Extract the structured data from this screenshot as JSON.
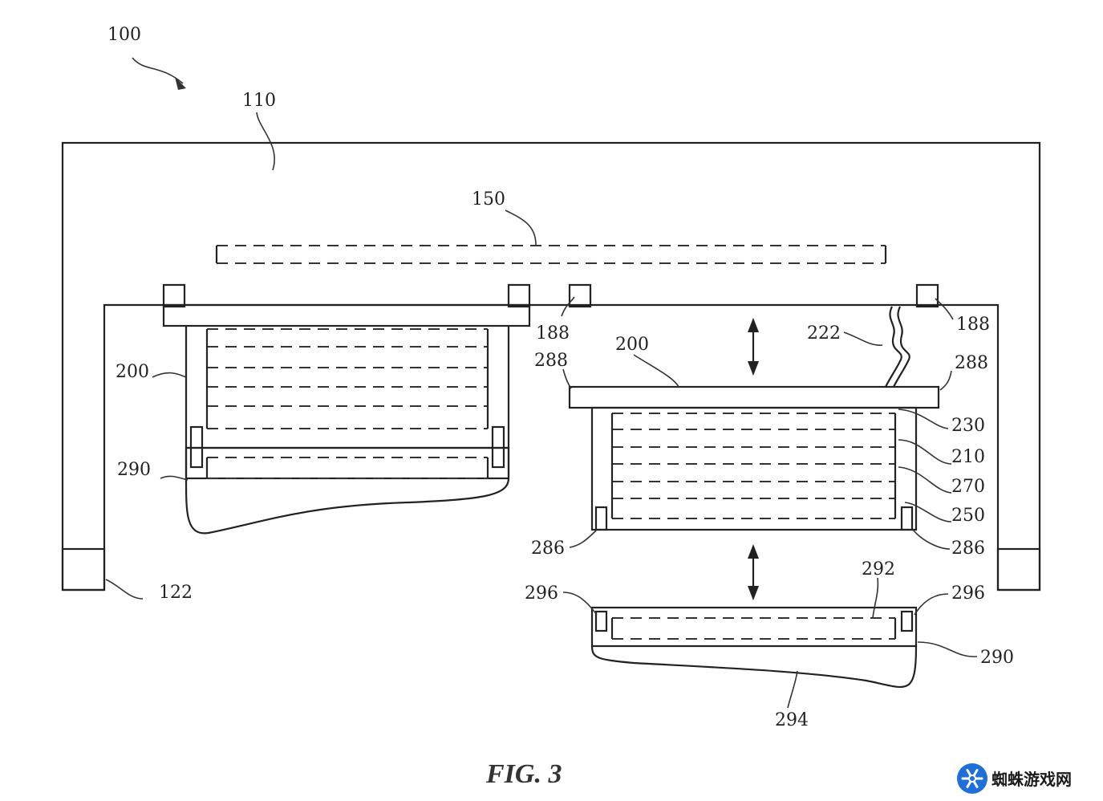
{
  "figure": {
    "caption": "FIG. 3",
    "labels": {
      "l100": "100",
      "l110": "110",
      "l150": "150",
      "l188a": "188",
      "l188b": "188",
      "l200a": "200",
      "l200b": "200",
      "l222": "222",
      "l288a": "288",
      "l288b": "288",
      "l230": "230",
      "l210": "210",
      "l270": "270",
      "l250": "250",
      "l286a": "286",
      "l286b": "286",
      "l290a": "290",
      "l290b": "290",
      "l292": "292",
      "l294": "294",
      "l296a": "296",
      "l296b": "296",
      "l122": "122"
    }
  },
  "watermark": {
    "text": "蜘蛛游戏网",
    "icon": "snowflake-icon",
    "color": "#1e6fd9"
  }
}
